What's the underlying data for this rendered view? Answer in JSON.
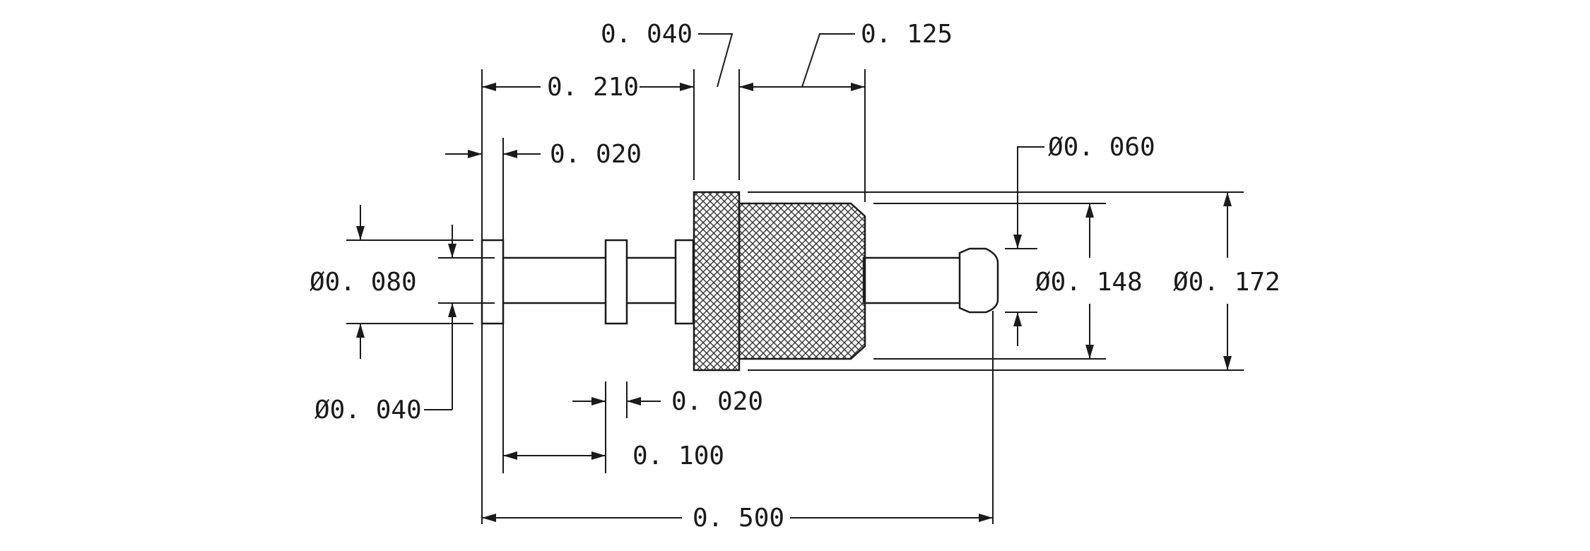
{
  "dimensions": {
    "flange_thickness": "0. 040",
    "total_length": "0. 125",
    "shoulder_position": "0. 210",
    "end_washer_thickness": "0. 020",
    "tip_diameter": "Ø0. 060",
    "stem_diameter": "Ø0. 080",
    "knurl_diameter": "Ø0. 148",
    "flange_diameter": "Ø0. 172",
    "pin_diameter": "Ø0. 040",
    "mid_washer_thickness": "0. 020",
    "washer_spacing": "0. 100",
    "overall_length": "0. 500"
  },
  "colors": {
    "line": "#1a1a1a",
    "knurl": "#333333",
    "background": "#ffffff"
  }
}
